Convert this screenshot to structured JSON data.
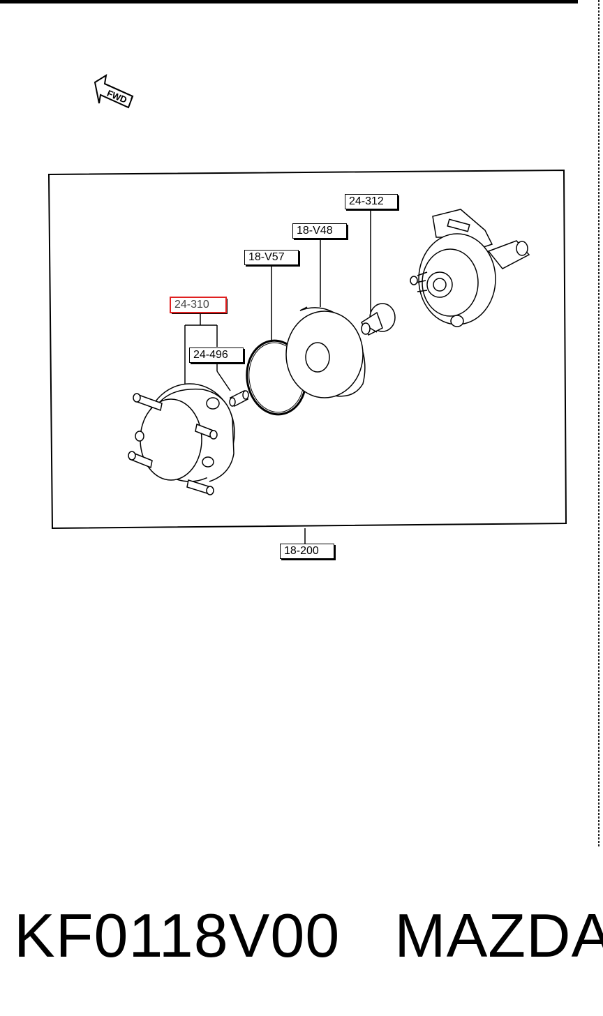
{
  "orientation_label": "FWD",
  "callouts": {
    "c24_312": "24-312",
    "c18_v48": "18-V48",
    "c18_v57": "18-V57",
    "c24_310": "24-310",
    "c24_496": "24-496",
    "c18_200": "18-200"
  },
  "highlight_color": "#e02020",
  "footer": {
    "part_code": "KF0118V00",
    "brand": "MAZDA"
  }
}
